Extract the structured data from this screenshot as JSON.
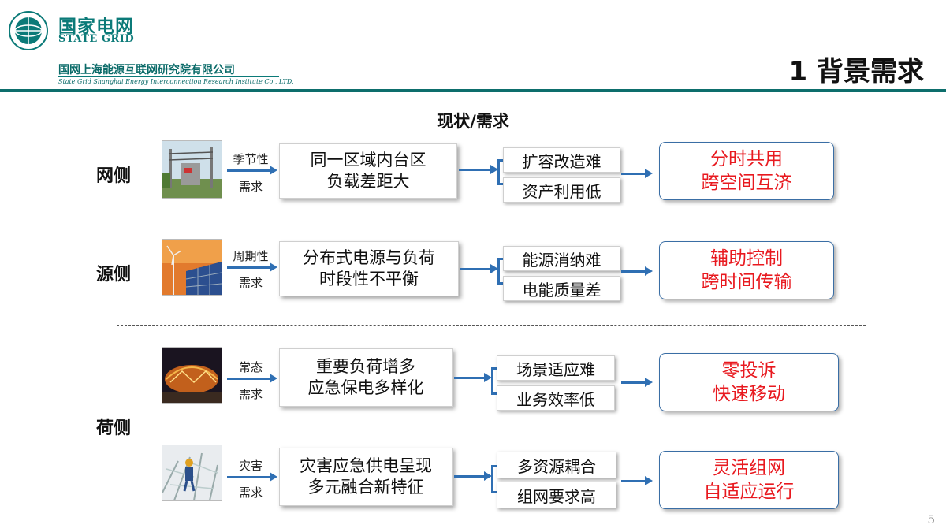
{
  "header": {
    "logo_cn": "国家电网",
    "logo_en": "STATE GRID",
    "institute_cn": "国网上海能源互联网研究院有限公司",
    "institute_en": "State Grid Shanghai Energy Interconnection Research Institute Co., LTD.",
    "page_title": "1 背景需求"
  },
  "section_title": "现状/需求",
  "rows": [
    {
      "group_label": "网侧",
      "tag": [
        "季节性",
        "需求"
      ],
      "status": [
        "同一区域内台区",
        "负载差距大"
      ],
      "problems": [
        "扩容改造难",
        "资产利用低"
      ],
      "solution": [
        "分时共用",
        "跨空间互济"
      ]
    },
    {
      "group_label": "源侧",
      "tag": [
        "周期性",
        "需求"
      ],
      "status": [
        "分布式电源与负荷",
        "时段性不平衡"
      ],
      "problems": [
        "能源消纳难",
        "电能质量差"
      ],
      "solution": [
        "辅助控制",
        "跨时间传输"
      ]
    },
    {
      "group_label": "荷侧",
      "tag": [
        "常态",
        "需求"
      ],
      "status": [
        "重要负荷增多",
        "应急保电多样化"
      ],
      "problems": [
        "场景适应难",
        "业务效率低"
      ],
      "solution": [
        "零投诉",
        "快速移动"
      ]
    },
    {
      "tag": [
        "灾害",
        "需求"
      ],
      "status": [
        "灾害应急供电呈现",
        "多元融合新特征"
      ],
      "problems": [
        "多资源耦合",
        "组网要求高"
      ],
      "solution": [
        "灵活组网",
        "自适应运行"
      ]
    }
  ],
  "page_number": "5",
  "colors": {
    "brand_green": "#0b7a78",
    "arrow_blue": "#2f6fb3",
    "solution_red": "#e8191f"
  }
}
